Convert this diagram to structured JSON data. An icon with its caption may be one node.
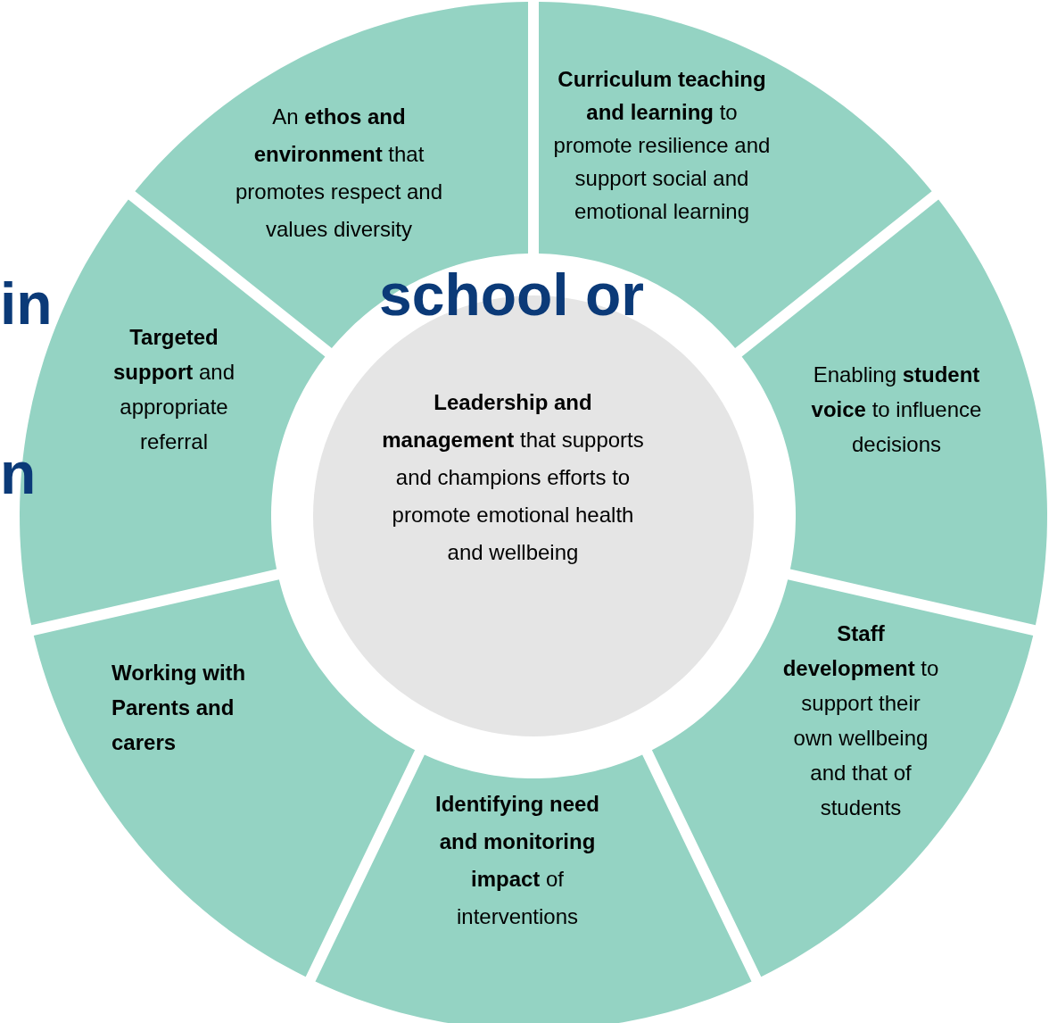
{
  "diagram": {
    "nodes": [
      {
        "text": [
          "An **ethos and environment** that promotes respect and values diversity"
        ]
      },
      {
        "text": [
          "**Curriculum teaching and learning** to promote resilience and support social and emotional learning"
        ]
      },
      {
        "text": [
          "Enabling **student voice** to influence decisions"
        ]
      },
      {
        "text": [
          "**Staff development** to support their own wellbeing and that of students"
        ]
      },
      {
        "text": [
          "**Identifying need and monitoring impact** of interventions"
        ]
      },
      {
        "text": [
          "Working with Parents and carers"
        ]
      },
      {
        "text": [
          "**Targeted support** and appropriate referral"
        ]
      },
      {
        "text": [
          "**Leadership and management** that supports and champions efforts to promote emotional health and wellbeing"
        ]
      }
    ],
    "labels": [
      "in",
      "school or",
      "n"
    ]
  }
}
